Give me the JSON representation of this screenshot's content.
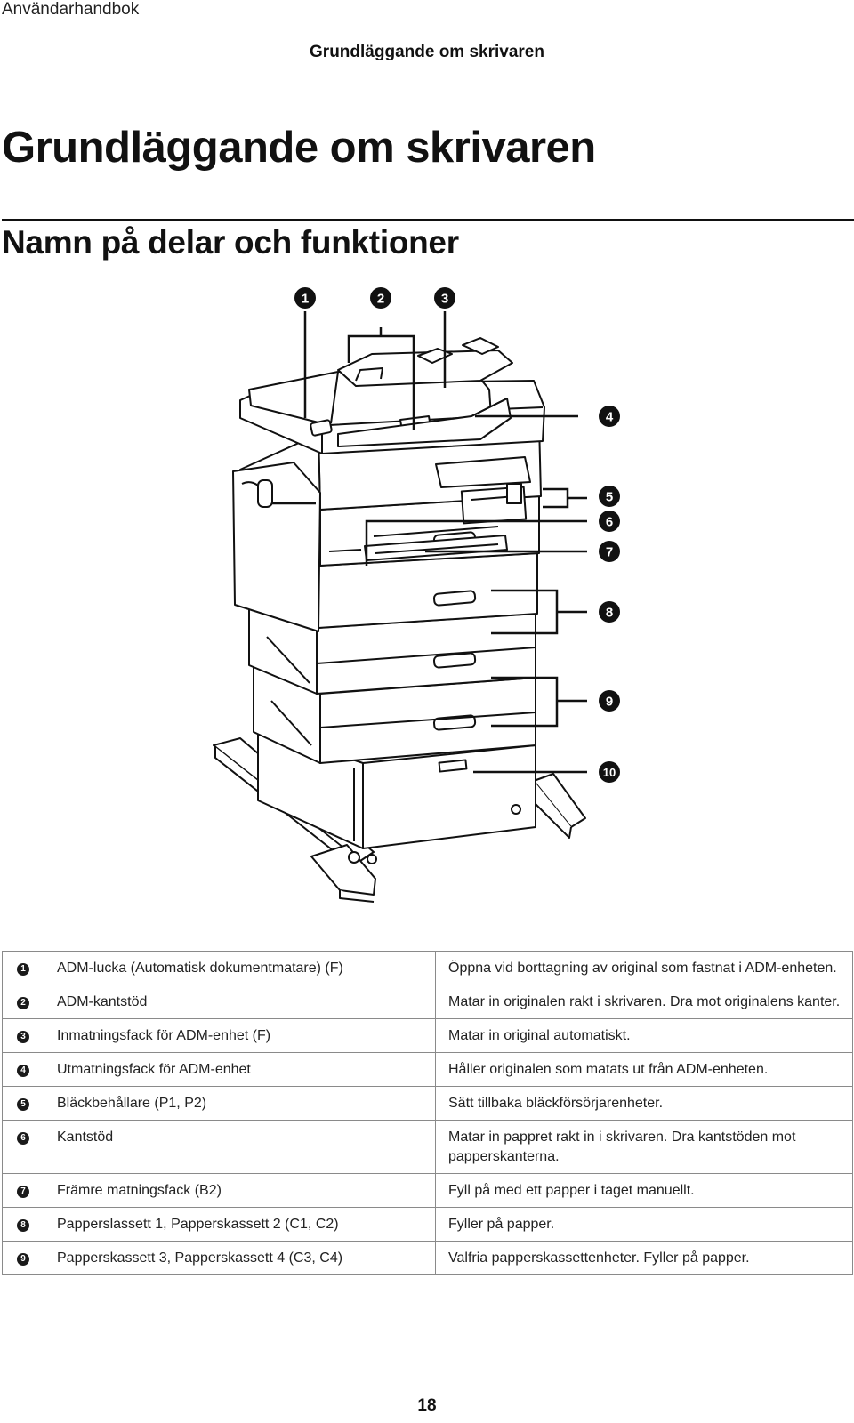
{
  "header": {
    "running_title": "Användarhandbok",
    "section_title": "Grundläggande om skrivaren"
  },
  "chapter_title": "Grundläggande om skrivaren",
  "section_heading": "Namn på delar och funktioner",
  "figure": {
    "callouts": [
      "1",
      "2",
      "3",
      "4",
      "5",
      "6",
      "7",
      "8",
      "9",
      "10"
    ]
  },
  "parts_table": {
    "rows": [
      {
        "num": "1",
        "name": "ADM-lucka (Automatisk dokumentmatare) (F)",
        "desc": "Öppna vid borttagning av original som fastnat i ADM-enheten."
      },
      {
        "num": "2",
        "name": "ADM-kantstöd",
        "desc": "Matar in originalen rakt i skrivaren. Dra mot originalens kanter."
      },
      {
        "num": "3",
        "name": "Inmatningsfack för ADM-enhet (F)",
        "desc": "Matar in original automatiskt."
      },
      {
        "num": "4",
        "name": "Utmatningsfack för ADM-enhet",
        "desc": "Håller originalen som matats ut från ADM-enheten."
      },
      {
        "num": "5",
        "name": "Bläckbehållare (P1, P2)",
        "desc": "Sätt tillbaka bläckförsörjarenheter."
      },
      {
        "num": "6",
        "name": "Kantstöd",
        "desc": "Matar in pappret rakt in i skrivaren. Dra kantstöden mot papperskanterna."
      },
      {
        "num": "7",
        "name": "Främre matningsfack (B2)",
        "desc": "Fyll på med ett papper i taget manuellt."
      },
      {
        "num": "8",
        "name": "Papperslassett 1, Papperskassett 2 (C1, C2)",
        "desc": "Fyller på papper."
      },
      {
        "num": "9",
        "name": "Papperskassett 3, Papperskassett 4 (C3, C4)",
        "desc": "Valfria papperskassettenheter. Fyller på papper."
      }
    ]
  },
  "footer": {
    "page_number": "18"
  }
}
